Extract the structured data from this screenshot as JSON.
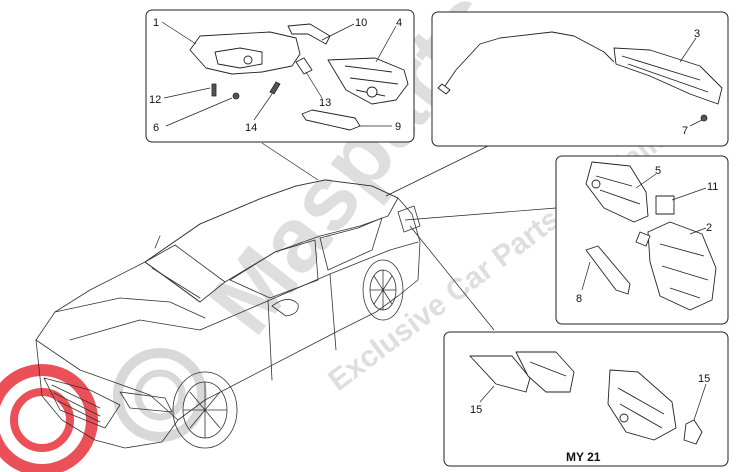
{
  "watermark": {
    "brand": "Masparts",
    "tagline": "Exclusive Car Parts Specialist",
    "brand_color": "#e8303a",
    "mark_color": "#d3d3d3"
  },
  "panels": {
    "top_left": {
      "callouts": [
        {
          "id": "c1",
          "label": "1"
        },
        {
          "id": "c10",
          "label": "10"
        },
        {
          "id": "c4",
          "label": "4"
        },
        {
          "id": "c12",
          "label": "12"
        },
        {
          "id": "c13",
          "label": "13"
        },
        {
          "id": "c6",
          "label": "6"
        },
        {
          "id": "c14",
          "label": "14"
        },
        {
          "id": "c9",
          "label": "9"
        }
      ]
    },
    "top_right": {
      "callouts": [
        {
          "id": "c3",
          "label": "3"
        },
        {
          "id": "c7",
          "label": "7"
        }
      ]
    },
    "mid_right": {
      "callouts": [
        {
          "id": "c5",
          "label": "5"
        },
        {
          "id": "c11",
          "label": "11"
        },
        {
          "id": "c2",
          "label": "2"
        },
        {
          "id": "c8",
          "label": "8"
        }
      ]
    },
    "bottom_right": {
      "callouts": [
        {
          "id": "c15a",
          "label": "15"
        },
        {
          "id": "c15b",
          "label": "15"
        }
      ],
      "variant_label": "MY 21"
    }
  }
}
